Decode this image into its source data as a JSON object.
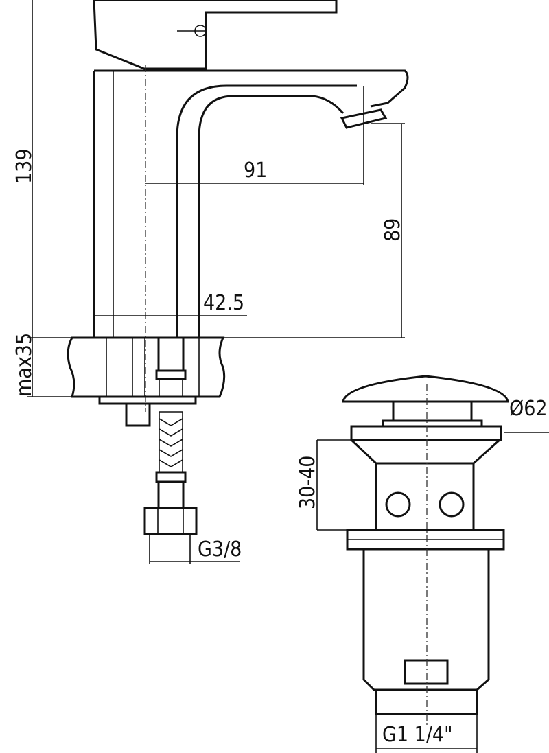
{
  "faucet": {
    "height_label": "139",
    "reach_label": "91",
    "spout_height_label": "89",
    "base_offset_label": "42.5",
    "counter_thickness_label": "max35",
    "connection_label": "G3/8"
  },
  "drain": {
    "cap_diameter_label": "Ø62",
    "height_range_label": "30-40",
    "thread_label": "G1 1/4\""
  },
  "colors": {
    "line": "#111111",
    "background": "#ffffff"
  }
}
